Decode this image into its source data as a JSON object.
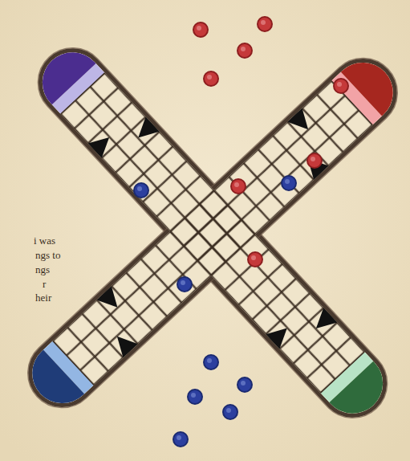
{
  "diagram": {
    "labels": [
      "i was",
      "ngs to",
      "ngs",
      "r",
      "heir"
    ]
  }
}
